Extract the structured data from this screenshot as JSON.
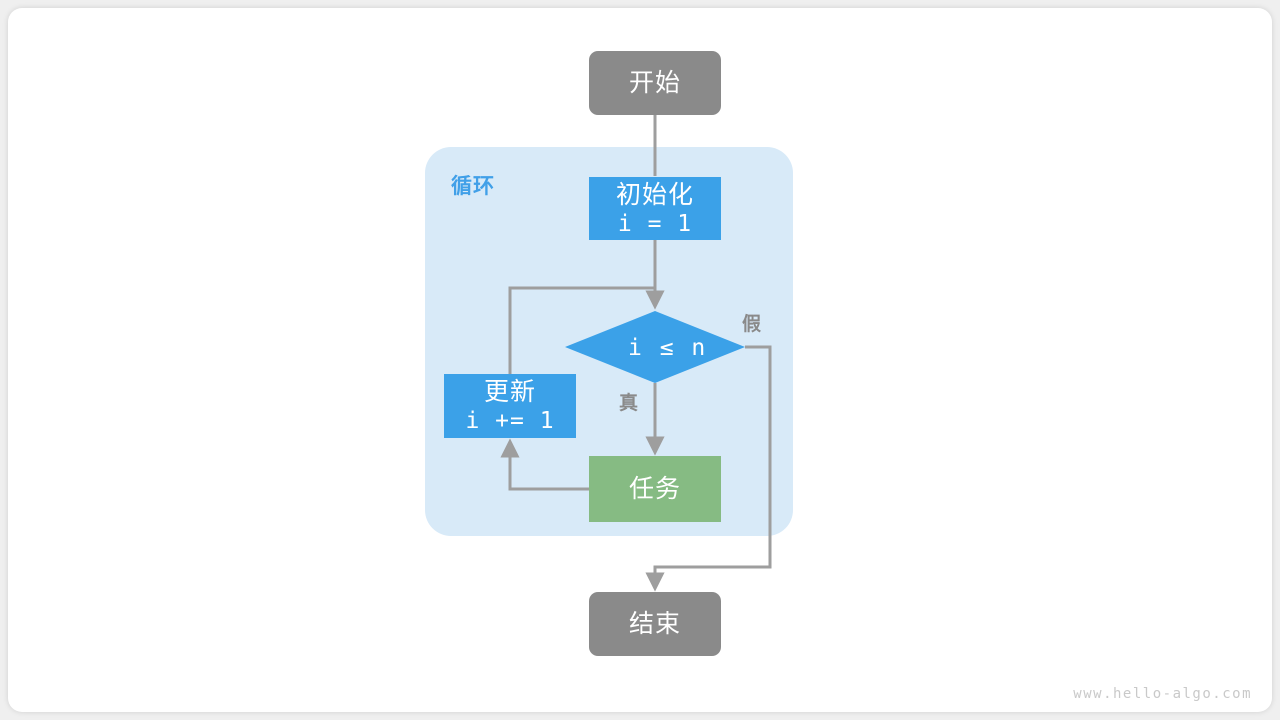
{
  "diagram": {
    "type": "flowchart",
    "watermark": "www.hello-algo.com",
    "colors": {
      "terminal": "#8a8a8a",
      "process": "#3ba1e8",
      "task": "#86bb83",
      "loop_container": "#d8eaf8",
      "loop_title": "#41a0e8",
      "edge": "#9e9e9e",
      "canvas": "#ffffff",
      "page": "#efefef",
      "watermark_text": "#c9c9c9"
    },
    "loop_container": {
      "title": "循环"
    },
    "nodes": {
      "start": {
        "label": "开始",
        "shape": "terminal"
      },
      "init": {
        "label_line1": "初始化",
        "label_line2": "i = 1",
        "shape": "process"
      },
      "condition": {
        "label": "i ≤ n",
        "shape": "diamond"
      },
      "update": {
        "label_line1": "更新",
        "label_line2": "i += 1",
        "shape": "process"
      },
      "task": {
        "label": "任务",
        "shape": "process-task"
      },
      "end": {
        "label": "结束",
        "shape": "terminal"
      }
    },
    "edge_labels": {
      "true_branch": "真",
      "false_branch": "假"
    }
  }
}
